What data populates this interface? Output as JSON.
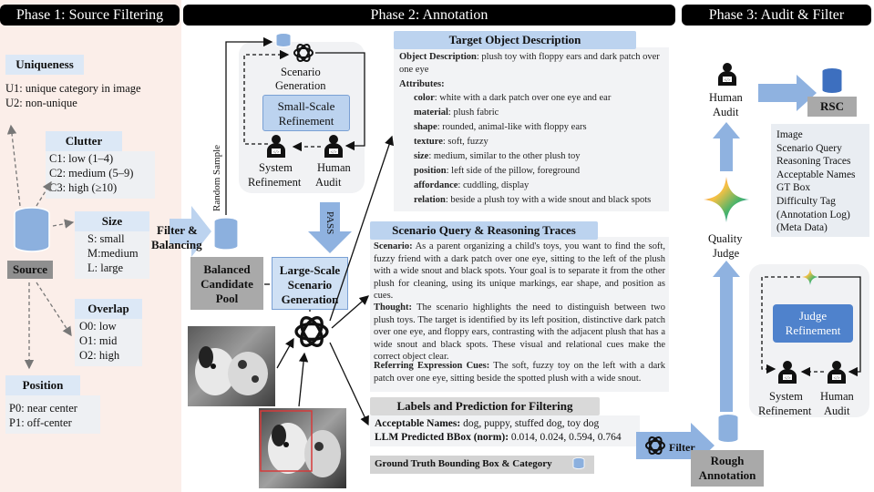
{
  "phases": {
    "p1": "Phase 1: Source Filtering",
    "p2": "Phase 2: Annotation",
    "p3": "Phase 3: Audit & Filter"
  },
  "phase1": {
    "uniqueness": {
      "title": "Uniqueness",
      "items": [
        "U1: unique category in image",
        "U2: non-unique"
      ]
    },
    "clutter": {
      "title": "Clutter",
      "items": [
        "C1: low (1–4)",
        "C2: medium (5–9)",
        "C3: high (≥10)"
      ]
    },
    "size": {
      "title": "Size",
      "items": [
        "S: small",
        "M:medium",
        "L: large"
      ]
    },
    "overlap": {
      "title": "Overlap",
      "items": [
        "O0: low",
        "O1: mid",
        "O2: high"
      ]
    },
    "position": {
      "title": "Position",
      "items": [
        "P0: near center",
        "P1: off-center"
      ]
    },
    "source": "Source",
    "filter_balancing": [
      "Filter &",
      "Balancing"
    ]
  },
  "phase2": {
    "random_sample": "Random Sample",
    "scenario_generation": [
      "Scenario",
      "Generation"
    ],
    "small_scale": [
      "Small-Scale",
      "Refinement"
    ],
    "system_refinement": [
      "System",
      "Refinement"
    ],
    "human_audit": [
      "Human",
      "Audit"
    ],
    "pass": "PASS",
    "balanced_pool": [
      "Balanced",
      "Candidate",
      "Pool"
    ],
    "large_scale": [
      "Large-Scale",
      "Scenario",
      "Generation"
    ],
    "target": {
      "title": "Target Object Description",
      "desc_label": "Object Description",
      "desc": ": plush toy with floppy ears and dark patch over one eye",
      "attributes": "Attributes:",
      "rows": [
        {
          "k": "color",
          "v": ": white with a dark patch over one eye and ear"
        },
        {
          "k": "material",
          "v": ": plush fabric"
        },
        {
          "k": "shape",
          "v": ": rounded, animal-like with floppy ears"
        },
        {
          "k": "texture",
          "v": ": soft, fuzzy"
        },
        {
          "k": "size",
          "v": ": medium, similar to the other plush toy"
        },
        {
          "k": "position",
          "v": ": left side of the pillow, foreground"
        },
        {
          "k": "affordance",
          "v": ": cuddling, display"
        },
        {
          "k": "relation",
          "v": ": beside a plush toy with a wide snout and black spots"
        }
      ]
    },
    "scenario": {
      "title": "Scenario Query & Reasoning Traces",
      "scenario_label": "Scenario:",
      "scenario_text": " As a parent organizing a child's toys, you want to find the soft, fuzzy friend with a dark patch over one eye, sitting to the left of the plush with a wide snout and black spots. Your goal is to separate it from the other plush for cleaning, using its unique markings, ear shape, and position as cues.",
      "thought_label": "Thought:",
      "thought_text": " The scenario highlights the need to distinguish between two plush toys. The target is identified by its left position, distinctive dark patch over one eye, and floppy ears, contrasting with the adjacent plush that has a wide snout and black spots. These visual and relational cues make the correct object clear.",
      "ref_label": "Referring Expression Cues:",
      "ref_text": " The soft, fuzzy toy on the left with a dark patch over one eye, sitting beside the spotted plush with a wide snout."
    },
    "labels": {
      "title": "Labels and Prediction for Filtering",
      "acc_label": "Acceptable Names:",
      "acc_text": " dog, puppy, stuffed dog, toy dog",
      "bbox_label": "LLM Predicted BBox (norm):",
      "bbox_text": " 0.014, 0.024, 0.594, 0.764",
      "gt": "Ground Truth Bounding Box & Category"
    },
    "filter": "Filter"
  },
  "phase3": {
    "human_audit": [
      "Human",
      "Audit"
    ],
    "rsc": "RSC",
    "list": [
      "Image",
      "Scenario Query",
      "Reasoning Traces",
      "Acceptable Names",
      "GT Box",
      "Difficulty Tag",
      "(Annotation Log)",
      "(Meta Data)"
    ],
    "quality_judge": [
      "Quality",
      "Judge"
    ],
    "judge_refinement": [
      "Judge",
      "Refinement"
    ],
    "system_refinement": [
      "System",
      "Refinement"
    ],
    "human_audit2": [
      "Human",
      "Audit"
    ],
    "rough": [
      "Rough",
      "Annotation"
    ]
  }
}
